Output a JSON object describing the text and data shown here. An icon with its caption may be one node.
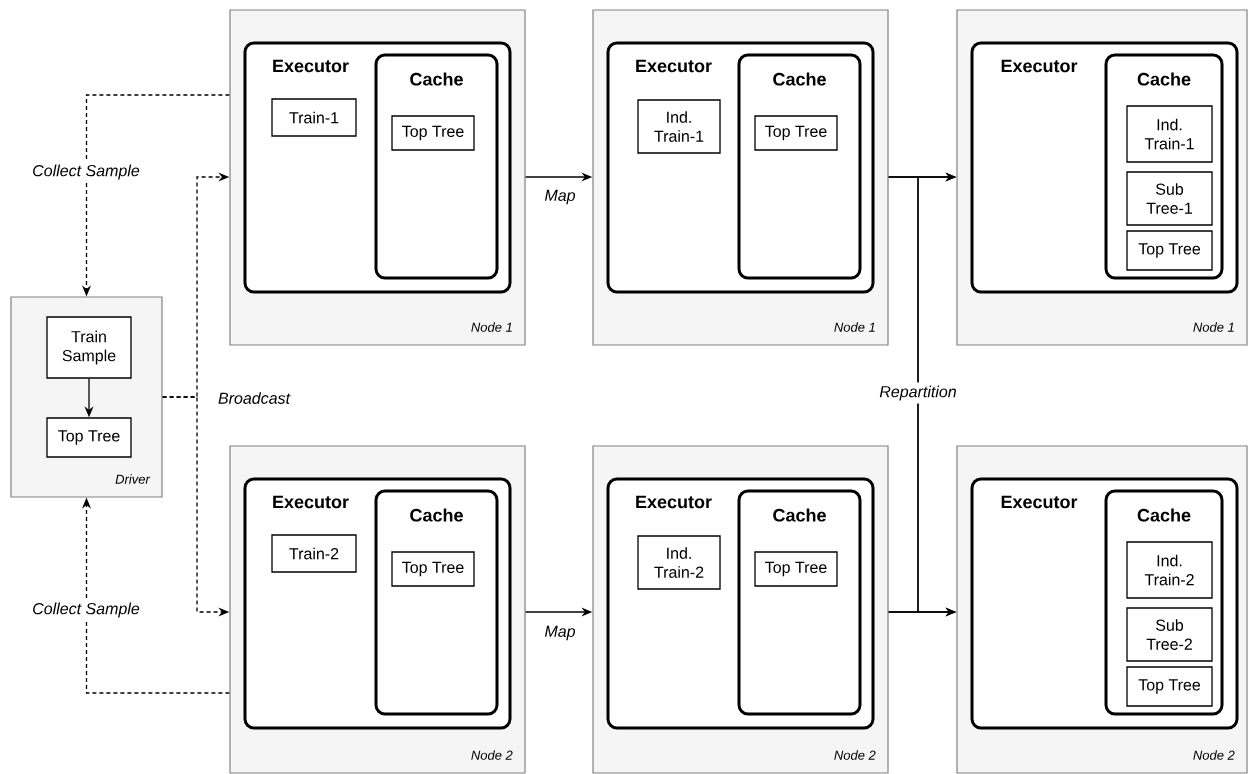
{
  "diagram": {
    "nodes": [
      {
        "text": [
          "Driver"
        ]
      },
      {
        "text": [
          "Train Sample"
        ],
        "in": 0
      },
      {
        "text": [
          "Top Tree"
        ],
        "in": 0
      },
      {
        "text": [
          "Node 1"
        ]
      },
      {
        "text": [
          "Executor"
        ],
        "in": 3
      },
      {
        "text": [
          "Train-1"
        ],
        "in": 4
      },
      {
        "text": [
          "Cache"
        ],
        "in": 4
      },
      {
        "text": [
          "Top Tree"
        ],
        "in": 6
      },
      {
        "text": [
          "Node 1"
        ]
      },
      {
        "text": [
          "Executor"
        ],
        "in": 8
      },
      {
        "text": [
          "Ind. Train-1"
        ],
        "in": 9
      },
      {
        "text": [
          "Cache"
        ],
        "in": 9
      },
      {
        "text": [
          "Top Tree"
        ],
        "in": 11
      },
      {
        "text": [
          "Node 1"
        ]
      },
      {
        "text": [
          "Executor"
        ],
        "in": 13
      },
      {
        "text": [
          "Cache"
        ],
        "in": 14
      },
      {
        "text": [
          "Ind. Train-1"
        ],
        "in": 15
      },
      {
        "text": [
          "Sub Tree-1"
        ],
        "in": 15
      },
      {
        "text": [
          "Top Tree"
        ],
        "in": 15
      },
      {
        "text": [
          "Node 2"
        ]
      },
      {
        "text": [
          "Executor"
        ],
        "in": 19
      },
      {
        "text": [
          "Train-2"
        ],
        "in": 20
      },
      {
        "text": [
          "Cache"
        ],
        "in": 20
      },
      {
        "text": [
          "Top Tree"
        ],
        "in": 22
      },
      {
        "text": [
          "Node 2"
        ]
      },
      {
        "text": [
          "Executor"
        ],
        "in": 24
      },
      {
        "text": [
          "Ind. Train-2"
        ],
        "in": 25
      },
      {
        "text": [
          "Cache"
        ],
        "in": 25
      },
      {
        "text": [
          "Top Tree"
        ],
        "in": 27
      },
      {
        "text": [
          "Node 2"
        ]
      },
      {
        "text": [
          "Executor"
        ],
        "in": 29
      },
      {
        "text": [
          "Cache"
        ],
        "in": 30
      },
      {
        "text": [
          "Ind. Train-2"
        ],
        "in": 31
      },
      {
        "text": [
          "Sub Tree-2"
        ],
        "in": 31
      },
      {
        "text": [
          "Top Tree"
        ],
        "in": 31
      }
    ],
    "edges": [
      {
        "from": 1,
        "to": 2,
        "arrow": "to"
      },
      {
        "from": 3,
        "to": 0,
        "arrow": "to",
        "style": "dashed",
        "label": "Collect Sample"
      },
      {
        "from": 19,
        "to": 0,
        "arrow": "to",
        "style": "dashed",
        "label": "Collect Sample"
      },
      {
        "from": 0,
        "to": 3,
        "arrow": "to",
        "style": "dashed",
        "label": "Broadcast"
      },
      {
        "from": 0,
        "to": 19,
        "arrow": "to",
        "style": "dashed"
      },
      {
        "from": 3,
        "to": 8,
        "arrow": "to",
        "label": "Map"
      },
      {
        "from": 19,
        "to": 24,
        "arrow": "to",
        "label": "Map"
      },
      {
        "from": 8,
        "to": 13,
        "arrow": "to"
      },
      {
        "from": 8,
        "to": 29,
        "arrow": "to",
        "label": "Repartition"
      },
      {
        "from": 24,
        "to": 13,
        "arrow": "to"
      },
      {
        "from": 24,
        "to": 29,
        "arrow": "to"
      }
    ]
  }
}
